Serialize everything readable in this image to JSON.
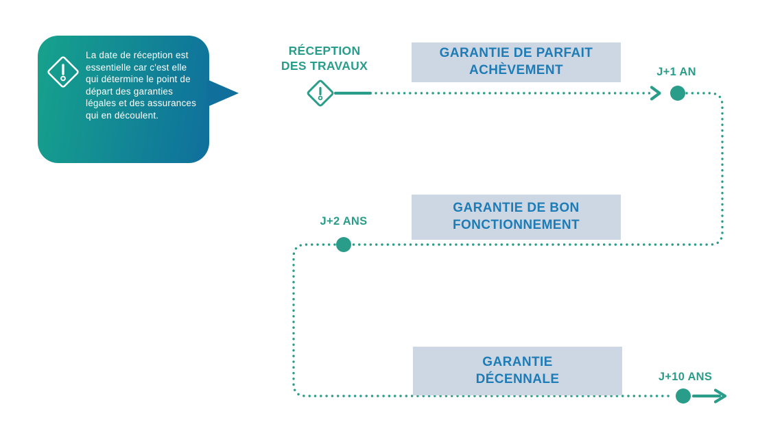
{
  "colors": {
    "accent_teal": "#2a9d8a",
    "phase_box_bg": "#cdd6e3",
    "phase_text_blue": "#1d7cb5",
    "callout_gradient_start": "#16a28c",
    "callout_gradient_end": "#0f6f9d",
    "callout_text": "#ffffff"
  },
  "callout": {
    "icon": "alert-diamond-icon",
    "text": "La date de réception est essentielle car c'est elle qui détermine le point de départ des garanties légales et des assurances qui en découlent."
  },
  "timeline": {
    "start_label": "RÉCEPTION\nDES TRAVAUX",
    "start_icon": "alert-diamond-icon",
    "phases": [
      {
        "label": "GARANTIE DE PARFAIT\nACHÈVEMENT"
      },
      {
        "label": "GARANTIE DE BON\nFONCTIONNEMENT"
      },
      {
        "label": "GARANTIE\nDÉCENNALE"
      }
    ],
    "milestones": [
      {
        "label": "J+1 AN"
      },
      {
        "label": "J+2 ANS"
      },
      {
        "label": "J+10 ANS"
      }
    ]
  }
}
